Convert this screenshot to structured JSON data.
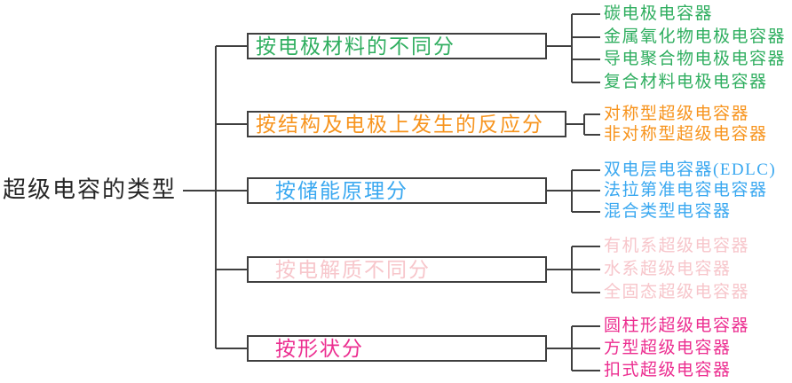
{
  "root": {
    "label": "超级电容的类型"
  },
  "line_color": "#3f3f3f",
  "branches": [
    {
      "label": "按电极材料的不同分",
      "color": "#2fae5f",
      "leaves": [
        "碳电极电容器",
        "金属氧化物电极电容器",
        "导电聚合物电极电容器",
        "复合材料电极电容器"
      ]
    },
    {
      "label": "按结构及电极上发生的反应分",
      "color": "#f7941e",
      "leaves": [
        "对称型超级电容器",
        "非对称型超级电容器"
      ]
    },
    {
      "label": "按储能原理分",
      "color": "#3aa8f0",
      "leaves": [
        "双电层电容器(EDLC)",
        "法拉第准电容电容器",
        "混合类型电容器"
      ]
    },
    {
      "label": "按电解质不同分",
      "color": "#f7c6cb",
      "leaves": [
        "有机系超级电容器",
        "水系超级电容器",
        "全固态超级电容器"
      ]
    },
    {
      "label": "按形状分",
      "color": "#ec2e90",
      "leaves": [
        "圆柱形超级电容器",
        "方型超级电容器",
        "扣式超级电容器"
      ]
    }
  ]
}
